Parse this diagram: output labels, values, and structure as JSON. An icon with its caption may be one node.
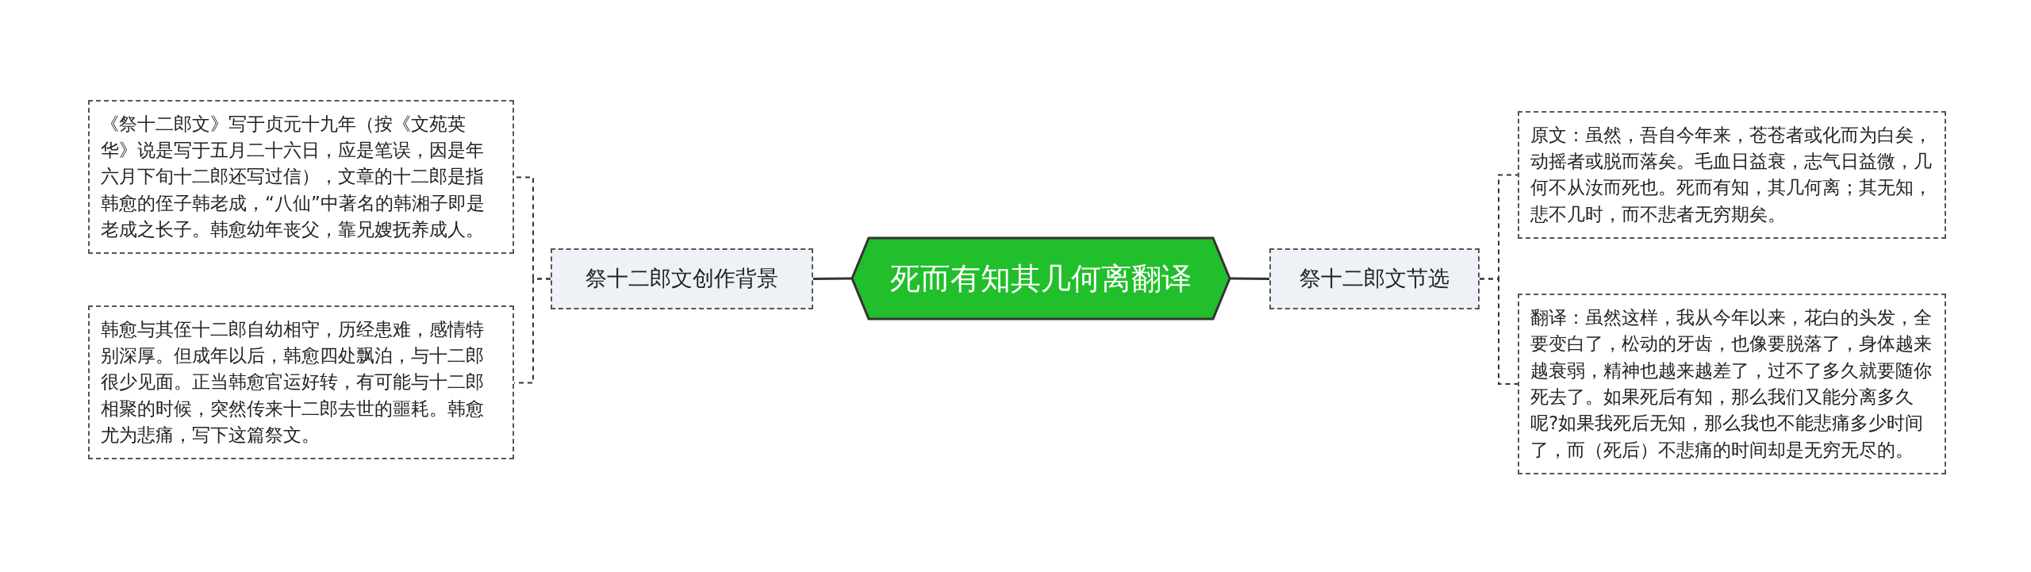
{
  "diagram": {
    "nodes": [
      {
        "text": [
          "死而有知其几何离翻译"
        ]
      },
      {
        "text": [
          "祭十二郎文创作背景"
        ]
      },
      {
        "text": [
          "《祭十二郎文》写于贞元十九年（按《文苑英华》说是写于五月二十六日，应是笔误，因是年六月下旬十二郎还写过信），文章的十二郎是指韩愈的侄子韩老成，“八仙”中著名的韩湘子即是老成之长子。韩愈幼年丧父，靠兄嫂抚养成人。"
        ]
      },
      {
        "text": [
          "韩愈与其侄十二郎自幼相守，历经患难，感情特别深厚。但成年以后，韩愈四处飘泊，与十二郎很少见面。正当韩愈官运好转，有可能与十二郎相聚的时候，突然传来十二郎去世的噩耗。韩愈尤为悲痛，写下这篇祭文。"
        ]
      },
      {
        "text": [
          "祭十二郎文节选"
        ]
      },
      {
        "text": [
          "原文：虽然，吾自今年来，苍苍者或化而为白矣，动摇者或脱而落矣。毛血日益衰，志气日益微，几何不从汝而死也。死而有知，其几何离；其无知，悲不几时，而不悲者无穷期矣。"
        ]
      },
      {
        "text": [
          "翻译：虽然这样，我从今年以来，花白的头发，全要变白了，松动的牙齿，也像要脱落了，身体越来越衰弱，精神也越来越差了，过不了多久就要随你死去了。如果死后有知，那么我们又能分离多久呢?如果我死后无知，那么我也不能悲痛多少时间了，而（死后）不悲痛的时间却是无穷无尽的。"
        ]
      }
    ],
    "edges": [
      {
        "from": 0,
        "to": 1,
        "arrow": "none"
      },
      {
        "from": 1,
        "to": 2,
        "arrow": "none",
        "style": "dashed"
      },
      {
        "from": 1,
        "to": 3,
        "arrow": "none",
        "style": "dashed"
      },
      {
        "from": 0,
        "to": 4,
        "arrow": "none"
      },
      {
        "from": 4,
        "to": 5,
        "arrow": "none",
        "style": "dashed"
      },
      {
        "from": 4,
        "to": 6,
        "arrow": "none",
        "style": "dashed"
      }
    ]
  }
}
